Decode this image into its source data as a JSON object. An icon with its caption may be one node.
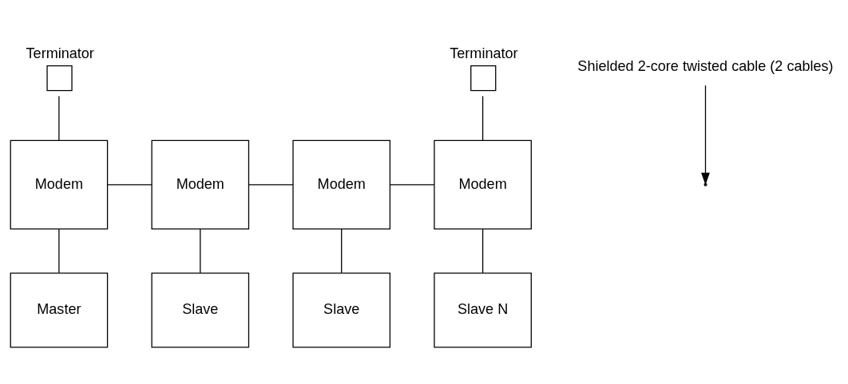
{
  "diagram": {
    "nodes": [
      {
        "text": [
          "Terminator"
        ]
      },
      {
        "text": [
          "Modem"
        ]
      },
      {
        "text": [
          "Modem"
        ]
      },
      {
        "text": [
          "Modem"
        ]
      },
      {
        "text": [
          "Modem"
        ]
      },
      {
        "text": [
          "Terminator"
        ]
      },
      {
        "text": [
          "Master"
        ]
      },
      {
        "text": [
          "Slave"
        ]
      },
      {
        "text": [
          "Slave"
        ]
      },
      {
        "text": [
          "Slave N"
        ]
      },
      {
        "text": [
          "Shielded 2-core twisted cable (2 cables)"
        ]
      }
    ],
    "edges": [
      {
        "from": 0,
        "to": 1,
        "arrow": "none"
      },
      {
        "from": 1,
        "to": 2,
        "arrow": "none"
      },
      {
        "from": 2,
        "to": 3,
        "arrow": "none"
      },
      {
        "from": 3,
        "to": 4,
        "arrow": "none"
      },
      {
        "from": 4,
        "to": 5,
        "arrow": "none"
      },
      {
        "from": 1,
        "to": 6,
        "arrow": "none"
      },
      {
        "from": 2,
        "to": 7,
        "arrow": "none"
      },
      {
        "from": 3,
        "to": 8,
        "arrow": "none"
      },
      {
        "from": 4,
        "to": 9,
        "arrow": "none"
      },
      {
        "from": 10,
        "to": null,
        "arrow": "to"
      }
    ]
  }
}
